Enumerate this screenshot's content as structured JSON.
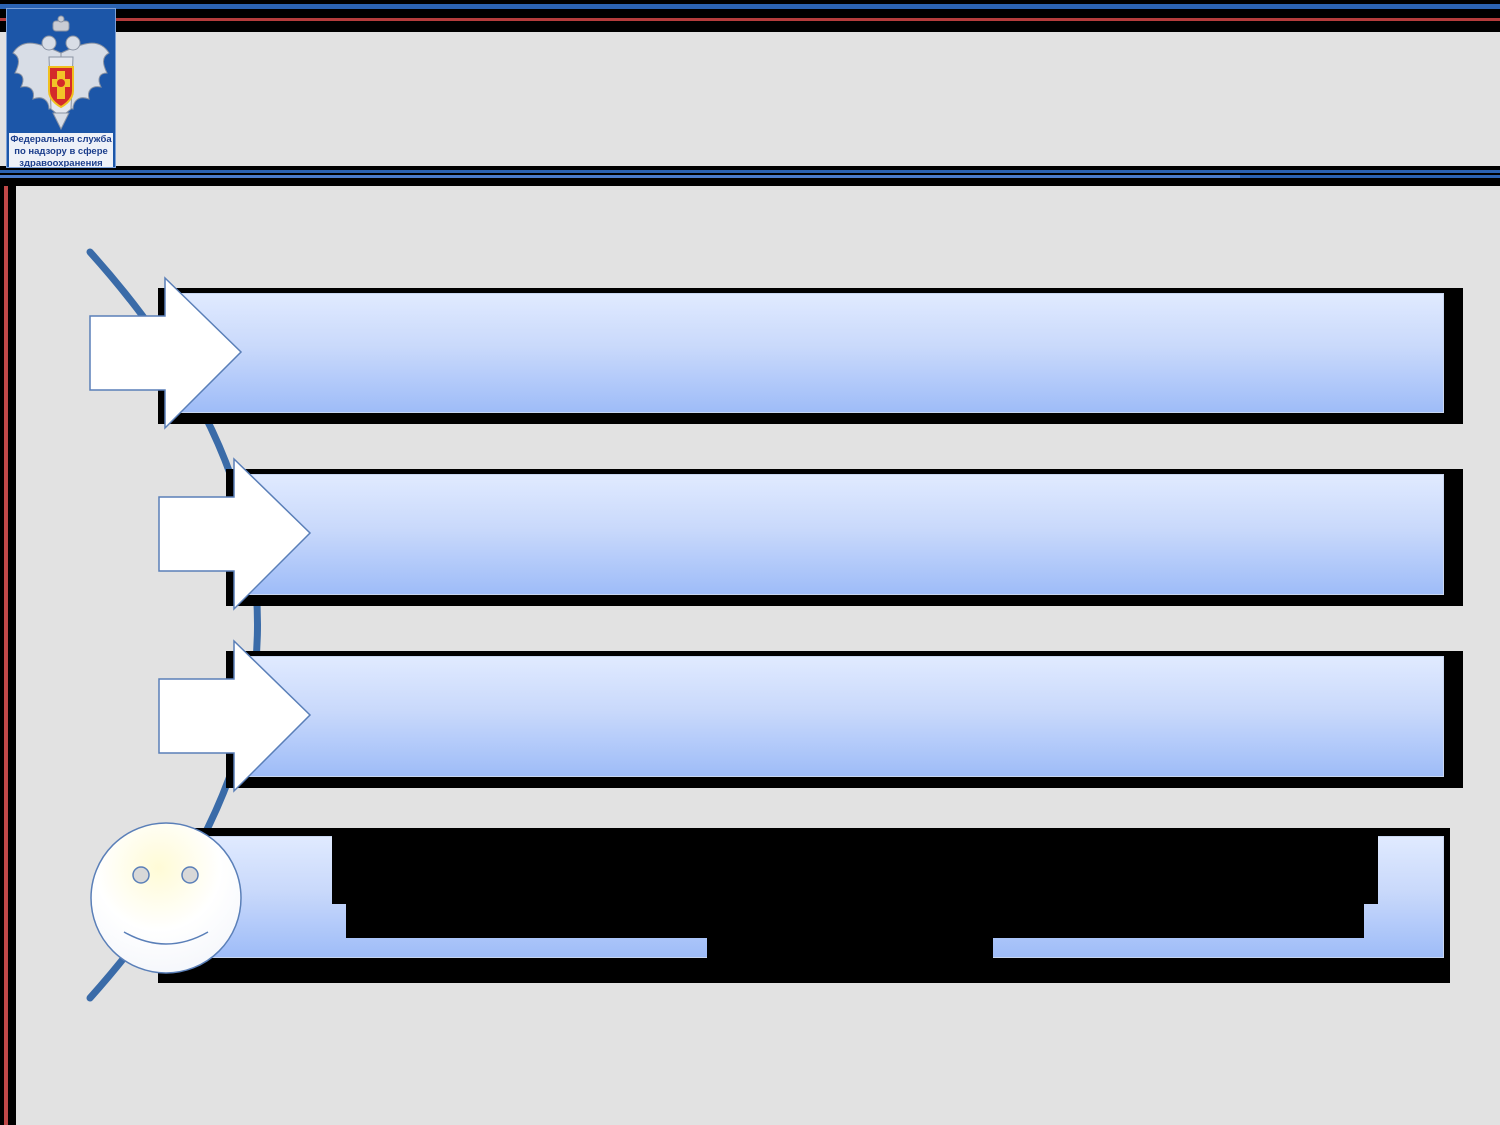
{
  "logo": {
    "emblem_name": "double-headed-eagle-emblem",
    "caption_lines": [
      "Федеральная служба",
      "по надзору в сфере",
      "здравоохранения"
    ]
  },
  "items": [
    {
      "text": ""
    },
    {
      "text": ""
    },
    {
      "text": ""
    },
    {
      "text": ""
    }
  ],
  "colors": {
    "background": "#e2e2e2",
    "accent_blue": "#2b63b3",
    "accent_red": "#b43c3c",
    "arc": "#3a6ba8",
    "bar_top": "#e0eaff",
    "bar_bottom": "#9ebcf8"
  }
}
